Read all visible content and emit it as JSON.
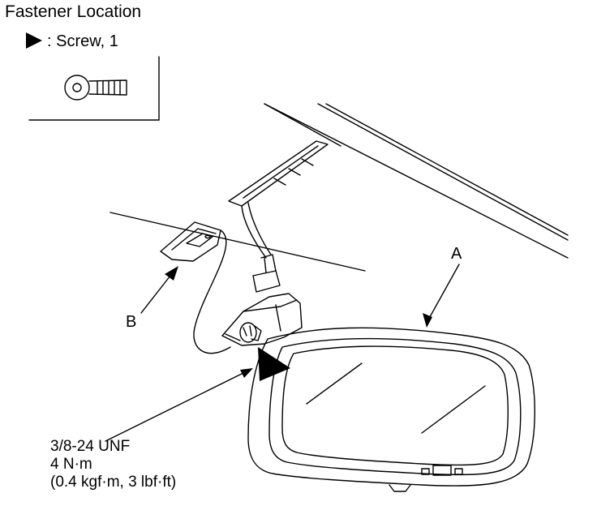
{
  "title": "Fastener Location",
  "legend": {
    "symbol": "filled-triangle",
    "text": ": Screw, 1"
  },
  "labels": {
    "a": "A",
    "b": "B"
  },
  "spec": {
    "line1": "3/8-24 UNF",
    "line2": "4 N·m",
    "line3": "(0.4 kgf·m, 3 lbf·ft)"
  }
}
